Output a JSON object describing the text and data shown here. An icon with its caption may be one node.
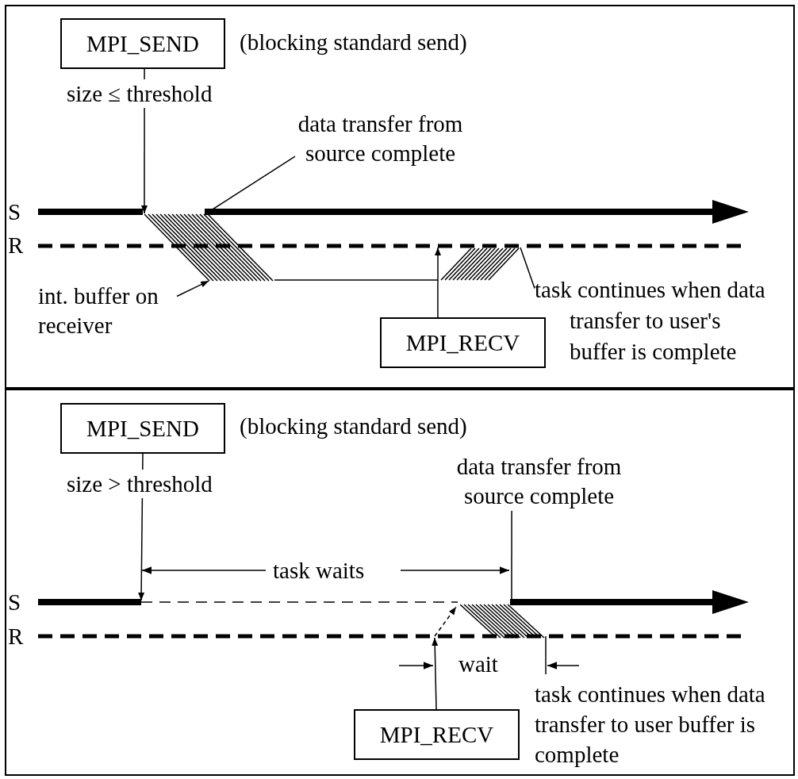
{
  "diagram": {
    "nodes": [
      {
        "text": [],
        "shape": "box"
      },
      {
        "text": [
          "MPI_SEND"
        ],
        "in": 0,
        "beside": [
          "(blocking standard send)"
        ]
      },
      {
        "text": [
          "MPI_RECV"
        ],
        "in": 0
      },
      {
        "text": [
          "data transfer from source complete"
        ],
        "in": 0
      },
      {
        "text": [
          "int. buffer on receiver"
        ],
        "in": 0
      },
      {
        "text": [
          "task continues when data transfer to user's buffer is complete"
        ],
        "in": 0
      },
      {
        "text": [],
        "shape": "box"
      },
      {
        "text": [
          "MPI_SEND"
        ],
        "in": 6,
        "beside": [
          "(blocking standard send)"
        ]
      },
      {
        "text": [
          "MPI_RECV"
        ],
        "in": 6
      },
      {
        "text": [
          "data transfer from source complete"
        ],
        "in": 6
      },
      {
        "text": [],
        "shape": "parallelogram",
        "in": 0
      },
      {
        "text": [],
        "shape": "parallelogram",
        "in": 0
      },
      {
        "text": [],
        "shape": "parallelogram",
        "in": 6
      }
    ],
    "edges": [
      {
        "from": 1,
        "to": 10,
        "arrow": "to",
        "label": "size ≤ threshold"
      },
      {
        "from": 3,
        "to": 10,
        "arrow": "none"
      },
      {
        "from": 4,
        "to": 10,
        "arrow": "to"
      },
      {
        "from": 2,
        "to": 11,
        "arrow": "to"
      },
      {
        "from": 5,
        "to": 11,
        "arrow": "none"
      },
      {
        "from": 7,
        "to": null,
        "arrow": "to",
        "label": "size > threshold"
      },
      {
        "from": 9,
        "to": 12,
        "arrow": "none"
      },
      {
        "from": 8,
        "to": null,
        "arrow": "to"
      },
      {
        "from": 10,
        "to": 11,
        "arrow": "none"
      }
    ],
    "labels": [
      "S",
      "R",
      "task waits",
      "S",
      "R",
      "wait",
      "task continues when data transfer to user buffer is complete"
    ]
  }
}
